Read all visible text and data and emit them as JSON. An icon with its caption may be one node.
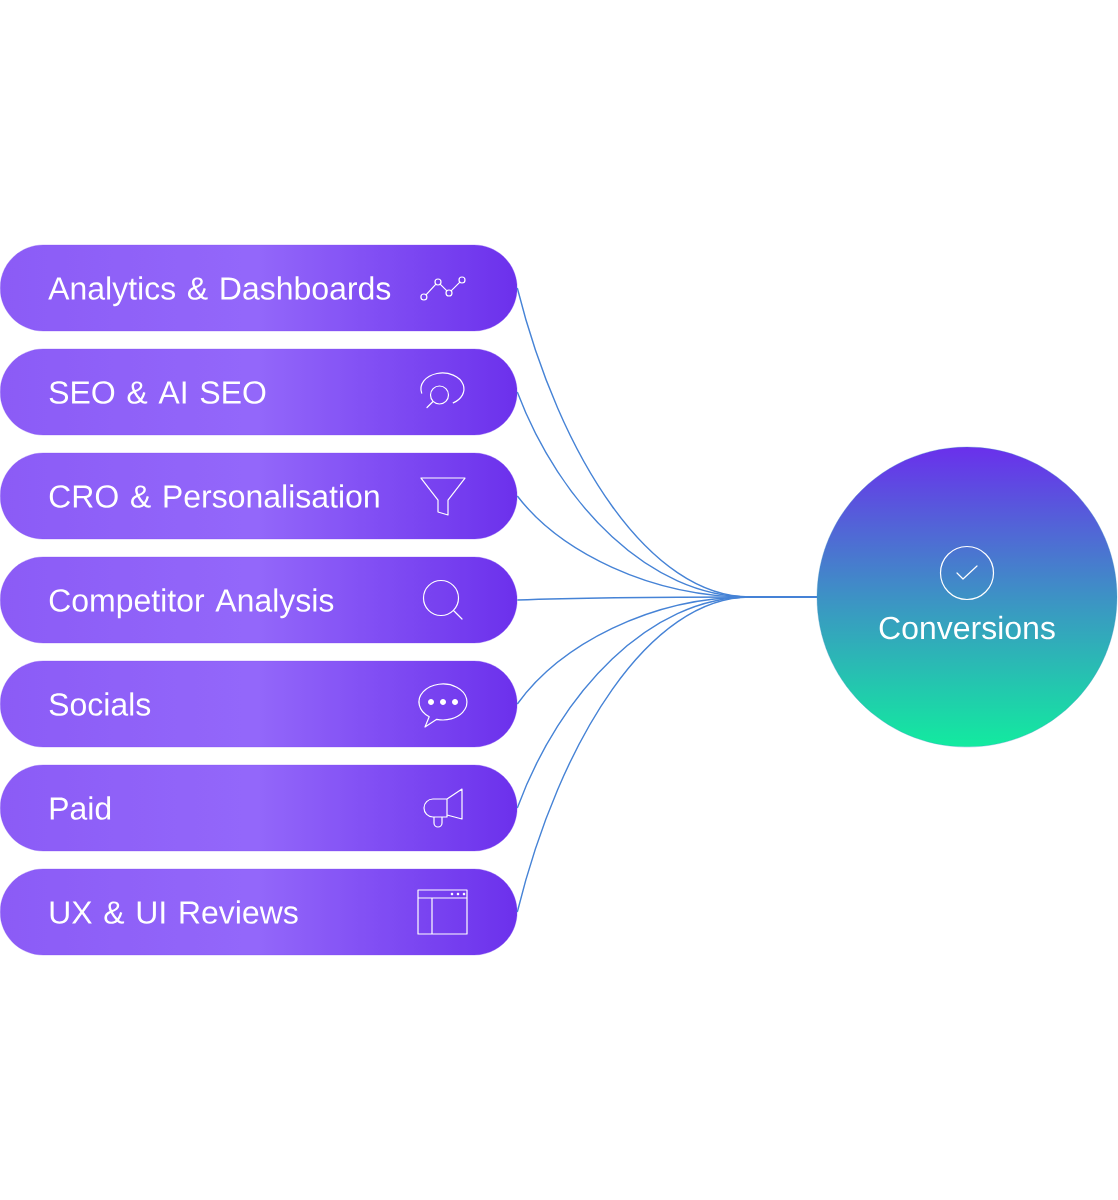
{
  "diagram": {
    "nodes": [
      {
        "text": [
          "Analytics & Dashboards"
        ]
      },
      {
        "text": [
          "SEO & AI SEO"
        ]
      },
      {
        "text": [
          "CRO & Personalisation"
        ]
      },
      {
        "text": [
          "Competitor Analysis"
        ]
      },
      {
        "text": [
          "Socials"
        ]
      },
      {
        "text": [
          "Paid"
        ]
      },
      {
        "text": [
          "UX & UI Reviews"
        ]
      },
      {
        "text": [
          "Conversions"
        ]
      }
    ],
    "edges": [
      {
        "from": 0,
        "to": 7,
        "arrow": "none"
      },
      {
        "from": 1,
        "to": 7,
        "arrow": "none"
      },
      {
        "from": 2,
        "to": 7,
        "arrow": "none"
      },
      {
        "from": 3,
        "to": 7,
        "arrow": "none"
      },
      {
        "from": 4,
        "to": 7,
        "arrow": "none"
      },
      {
        "from": 5,
        "to": 7,
        "arrow": "none"
      },
      {
        "from": 6,
        "to": 7,
        "arrow": "none"
      }
    ]
  }
}
